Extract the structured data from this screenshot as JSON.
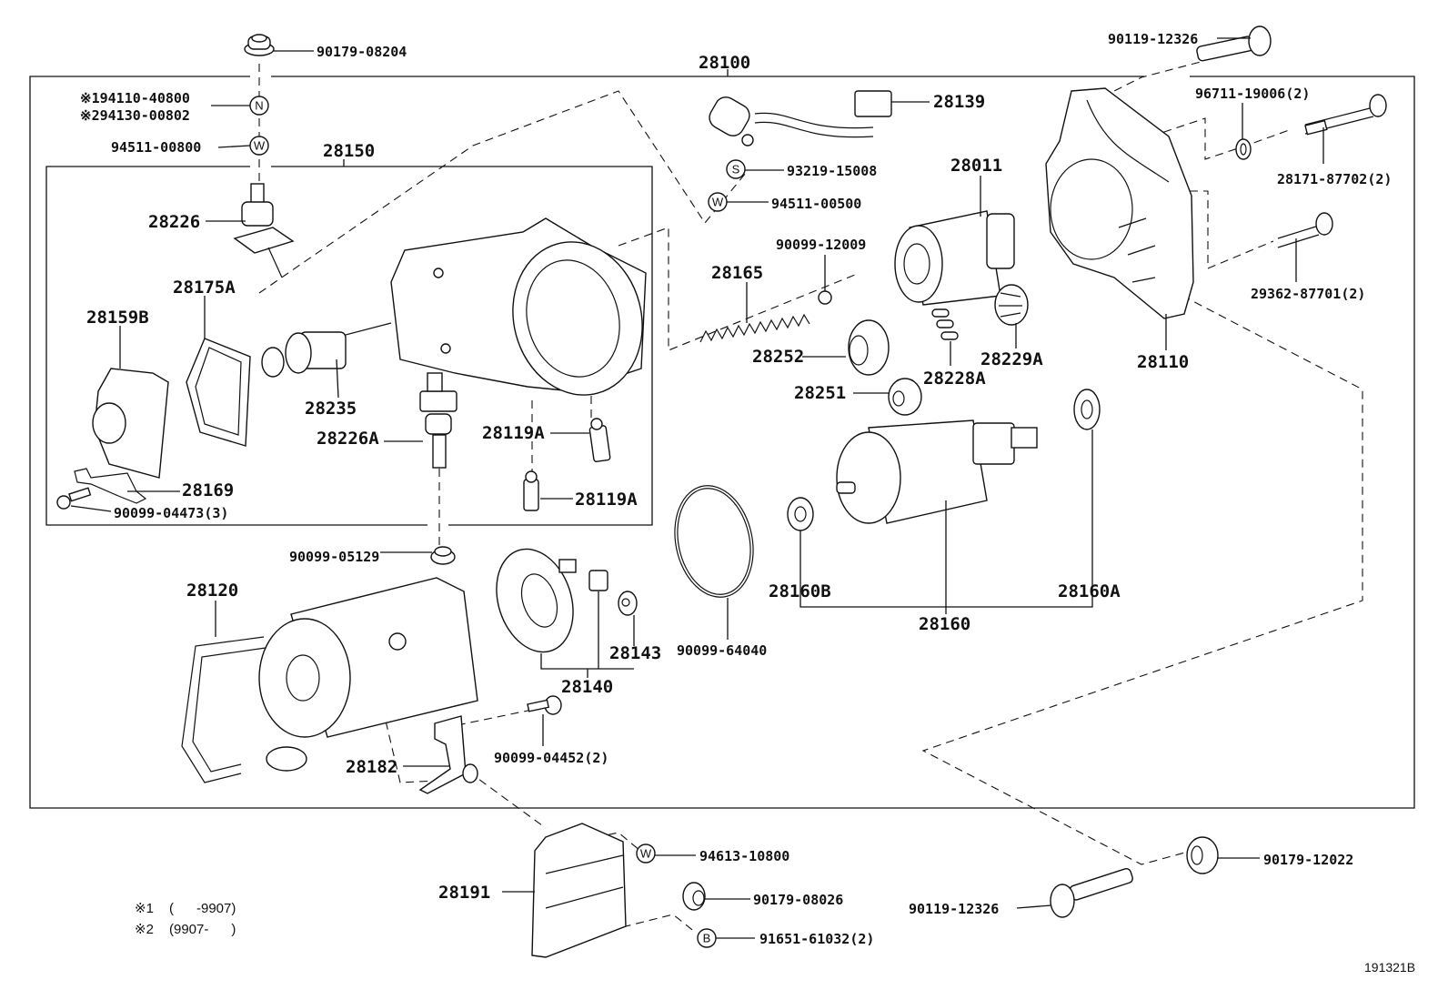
{
  "diagram": {
    "type": "exploded parts diagram",
    "subject": "Starter assembly",
    "figure_code": "191321B",
    "footnotes": [
      {
        "mark": "※1",
        "text": "(      -9907)"
      },
      {
        "mark": "※2",
        "text": "(9907-      )"
      }
    ],
    "group_labels": {
      "assembly": "28100",
      "magnetic_switch_group": "28150",
      "armature_group": "28160",
      "brush_holder_group": "28140"
    },
    "symbols": {
      "nut": "N",
      "washer": "W",
      "spring_washer": "S",
      "bolt": "B"
    },
    "callouts": [
      {
        "id": "c01",
        "part_no": "90179-08204",
        "part": "nut cap"
      },
      {
        "id": "c02",
        "part_no": "※194110-40800",
        "part": "nut",
        "symbol": "N"
      },
      {
        "id": "c03",
        "part_no": "※294130-00802",
        "part": "nut",
        "symbol": "N"
      },
      {
        "id": "c04",
        "part_no": "94511-00800",
        "part": "washer",
        "symbol": "W"
      },
      {
        "id": "c05",
        "part_no": "28150",
        "part": "magnetic switch group"
      },
      {
        "id": "c06",
        "part_no": "28226",
        "part": "terminal bolt"
      },
      {
        "id": "c07",
        "part_no": "28175A",
        "part": "gasket"
      },
      {
        "id": "c08",
        "part_no": "28159B",
        "part": "end cover"
      },
      {
        "id": "c09",
        "part_no": "28235",
        "part": "plunger"
      },
      {
        "id": "c10",
        "part_no": "28226A",
        "part": "terminal kit"
      },
      {
        "id": "c11",
        "part_no": "28119A",
        "part": "contact"
      },
      {
        "id": "c12",
        "part_no": "28119A",
        "part": "contact"
      },
      {
        "id": "c13",
        "part_no": "28169",
        "part": "lead plate"
      },
      {
        "id": "c14",
        "part_no": "90099-04473(3)",
        "part": "screw"
      },
      {
        "id": "c15",
        "part_no": "28100",
        "part": "starter assembly"
      },
      {
        "id": "c16",
        "part_no": "28139",
        "part": "lead wire"
      },
      {
        "id": "c17",
        "part_no": "93219-15008",
        "part": "spring washer",
        "symbol": "S"
      },
      {
        "id": "c18",
        "part_no": "94511-00500",
        "part": "washer",
        "symbol": "W"
      },
      {
        "id": "c19",
        "part_no": "90099-12009",
        "part": "steel ball"
      },
      {
        "id": "c20",
        "part_no": "28165",
        "part": "return spring"
      },
      {
        "id": "c21",
        "part_no": "28011",
        "part": "clutch assembly"
      },
      {
        "id": "c22",
        "part_no": "28252",
        "part": "idler gear"
      },
      {
        "id": "c23",
        "part_no": "28251",
        "part": "pinion gear"
      },
      {
        "id": "c24",
        "part_no": "28228A",
        "part": "roller"
      },
      {
        "id": "c25",
        "part_no": "28229A",
        "part": "retainer"
      },
      {
        "id": "c26",
        "part_no": "90119-12326",
        "part": "bolt"
      },
      {
        "id": "c27",
        "part_no": "96711-19006(2)",
        "part": "o-ring"
      },
      {
        "id": "c28",
        "part_no": "28171-87702(2)",
        "part": "through bolt"
      },
      {
        "id": "c29",
        "part_no": "29362-87701(2)",
        "part": "screw"
      },
      {
        "id": "c30",
        "part_no": "28110",
        "part": "housing"
      },
      {
        "id": "c31",
        "part_no": "90099-05129",
        "part": "boot"
      },
      {
        "id": "c32",
        "part_no": "28120",
        "part": "yoke assembly"
      },
      {
        "id": "c33",
        "part_no": "28143",
        "part": "brush spring"
      },
      {
        "id": "c34",
        "part_no": "28140",
        "part": "brush holder"
      },
      {
        "id": "c35",
        "part_no": "90099-64040",
        "part": "o-ring"
      },
      {
        "id": "c36",
        "part_no": "28160B",
        "part": "bearing"
      },
      {
        "id": "c37",
        "part_no": "28160",
        "part": "armature"
      },
      {
        "id": "c38",
        "part_no": "28160A",
        "part": "bearing"
      },
      {
        "id": "c39",
        "part_no": "90099-04452(2)",
        "part": "screw"
      },
      {
        "id": "c40",
        "part_no": "28182",
        "part": "bracket"
      },
      {
        "id": "c41",
        "part_no": "28191",
        "part": "bracket"
      },
      {
        "id": "c42",
        "part_no": "94613-10800",
        "part": "washer",
        "symbol": "W"
      },
      {
        "id": "c43",
        "part_no": "90179-08026",
        "part": "nut"
      },
      {
        "id": "c44",
        "part_no": "91651-61032(2)",
        "part": "bolt",
        "symbol": "B"
      },
      {
        "id": "c45",
        "part_no": "90119-12326",
        "part": "bolt"
      },
      {
        "id": "c46",
        "part_no": "90179-12022",
        "part": "nut"
      }
    ]
  }
}
